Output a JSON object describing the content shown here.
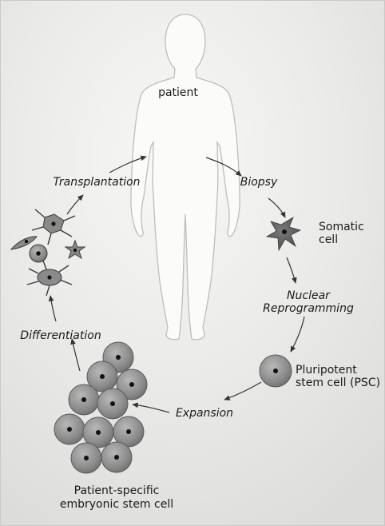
{
  "labels": {
    "patient": "patient",
    "transplantation": "Transplantation",
    "biopsy": "Biopsy",
    "somatic_line1": "Somatic",
    "somatic_line2": "cell",
    "nuclear_line1": "Nuclear",
    "nuclear_line2": "Reprogramming",
    "pluripotent_line1": "Pluripotent",
    "pluripotent_line2": "stem cell (PSC)",
    "expansion": "Expansion",
    "differentiation": "Differentiation",
    "esc_line1": "Patient-specific",
    "esc_line2": "embryonic stem cell"
  },
  "colors": {
    "background": "#e8e8e6",
    "figure_fill": "#fbfbfa",
    "figure_stroke": "#bdbdbd",
    "cell_gray": "#8c8c8c",
    "cell_dark": "#555555",
    "nucleus": "#1a1a1a",
    "arrow": "#333333",
    "text": "#1a1a1a"
  }
}
